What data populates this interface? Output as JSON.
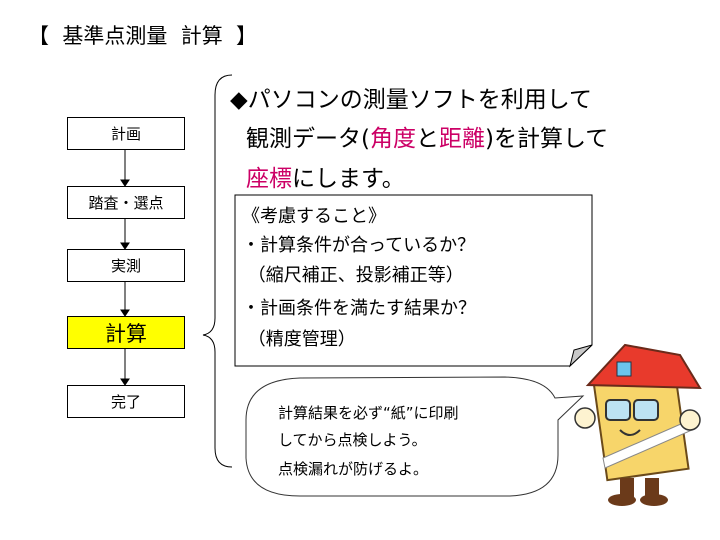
{
  "title": "【  基準点測量  計算  】",
  "flow": {
    "steps": [
      {
        "label": "計画",
        "active": false
      },
      {
        "label": "踏査・選点",
        "active": false
      },
      {
        "label": "実測",
        "active": false
      },
      {
        "label": "計算",
        "active": true
      },
      {
        "label": "完了",
        "active": false
      }
    ]
  },
  "main": {
    "line1": "◆パソコンの測量ソフトを利用して",
    "line2_a": "観測データ(",
    "line2_b": "角度",
    "line2_c": "と",
    "line2_d": "距離",
    "line2_e": ")を計算して",
    "line3_a": "座標",
    "line3_b": "にします。",
    "highlight_color": "#cc0066"
  },
  "note": {
    "lines": [
      "《考慮すること》",
      "・計算条件が合っているか？",
      " （縮尺補正、投影補正等）",
      "・計画条件を満たす結果か？",
      " （精度管理）"
    ]
  },
  "bubble": {
    "lines": [
      "計算結果を必ず“紙”に印刷",
      "してから点検しよう。",
      "点検漏れが防げるよ。"
    ]
  }
}
